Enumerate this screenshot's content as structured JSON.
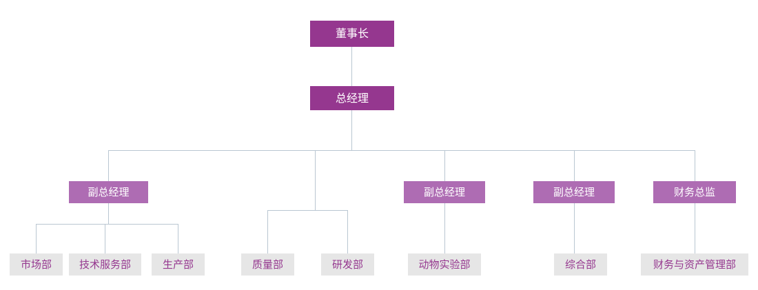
{
  "chart": {
    "type": "org-chart",
    "title": "",
    "colors": {
      "executive_fill": "#95378f",
      "executive_text": "#ffffff",
      "vp_fill": "#ae6cb3",
      "vp_text": "#ffffff",
      "department_fill": "#e6e6e6",
      "department_text": "#95378f",
      "connector_line": "#b9c6d1",
      "background": "#ffffff"
    },
    "levels": {
      "executive": [
        "chairman",
        "general_manager"
      ],
      "vice": [
        "vp1",
        "vp2",
        "vp3",
        "cfo"
      ],
      "department": [
        "market",
        "tech_service",
        "production",
        "quality",
        "rnd",
        "animal_lab",
        "general_affairs",
        "finance_asset"
      ]
    },
    "nodes": {
      "chairman": {
        "label": "董事长",
        "level": "executive"
      },
      "general_manager": {
        "label": "总经理",
        "level": "executive"
      },
      "vp1": {
        "label": "副总经理",
        "level": "vice"
      },
      "vp2": {
        "label": "副总经理",
        "level": "vice"
      },
      "vp3": {
        "label": "副总经理",
        "level": "vice"
      },
      "cfo": {
        "label": "财务总监",
        "level": "vice"
      },
      "market": {
        "label": "市场部",
        "level": "department"
      },
      "tech_service": {
        "label": "技术服务部",
        "level": "department"
      },
      "production": {
        "label": "生产部",
        "level": "department"
      },
      "quality": {
        "label": "质量部",
        "level": "department"
      },
      "rnd": {
        "label": "研发部",
        "level": "department"
      },
      "animal_lab": {
        "label": "动物实验部",
        "level": "department"
      },
      "general_affairs": {
        "label": "综合部",
        "level": "department"
      },
      "finance_asset": {
        "label": "财务与资产管理部",
        "level": "department"
      }
    },
    "edges": [
      {
        "from": "chairman",
        "to": "general_manager"
      },
      {
        "from": "general_manager",
        "to": "vp1"
      },
      {
        "from": "general_manager",
        "to": "quality_group"
      },
      {
        "from": "general_manager",
        "to": "vp2"
      },
      {
        "from": "general_manager",
        "to": "vp3"
      },
      {
        "from": "general_manager",
        "to": "cfo"
      },
      {
        "from": "vp1",
        "to": "market"
      },
      {
        "from": "vp1",
        "to": "tech_service"
      },
      {
        "from": "vp1",
        "to": "production"
      },
      {
        "from": "quality_group",
        "to": "quality"
      },
      {
        "from": "quality_group",
        "to": "rnd"
      },
      {
        "from": "vp2",
        "to": "animal_lab"
      },
      {
        "from": "vp3",
        "to": "general_affairs"
      },
      {
        "from": "cfo",
        "to": "finance_asset"
      }
    ]
  }
}
